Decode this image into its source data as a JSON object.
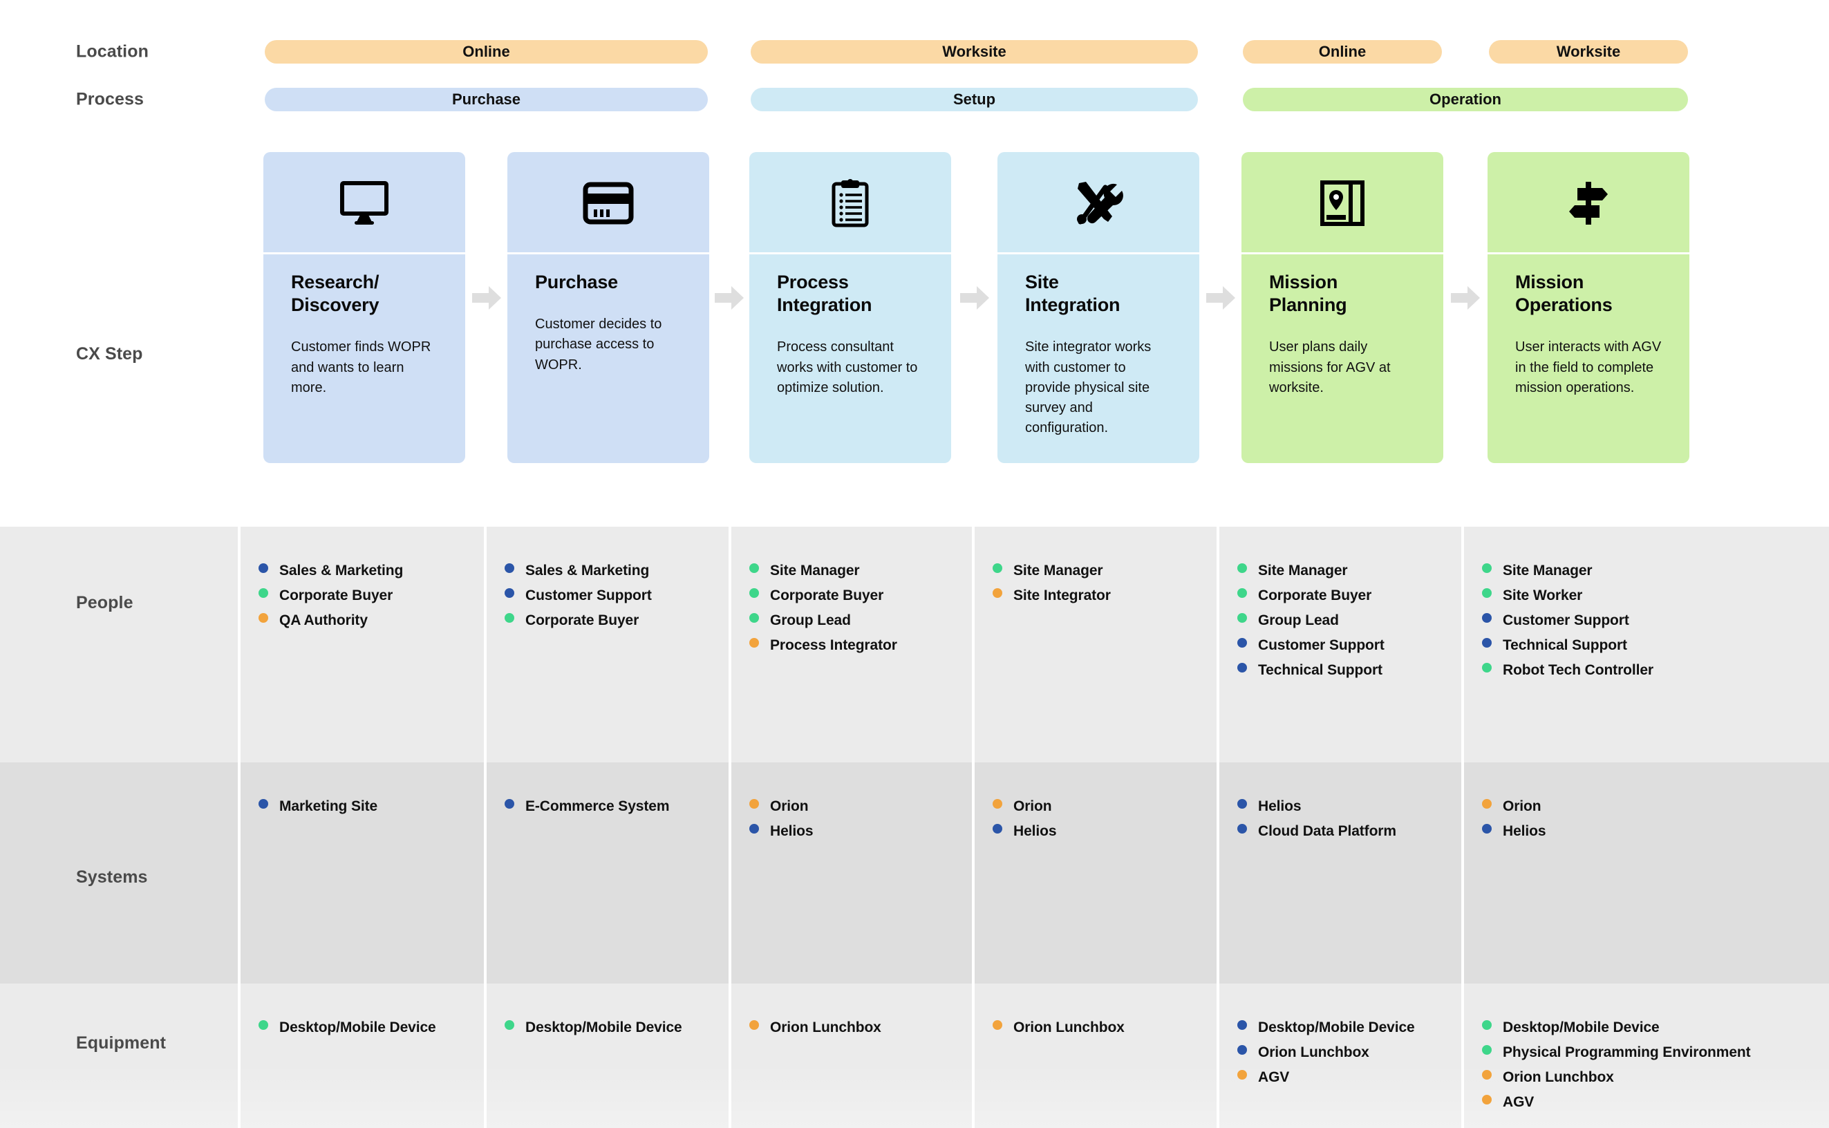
{
  "rows": {
    "location_label": "Location",
    "process_label": "Process",
    "cx_label": "CX Step",
    "people_label": "People",
    "systems_label": "Systems",
    "equipment_label": "Equipment"
  },
  "colors": {
    "orange": "#fbd9a5",
    "blue": "#cfdff5",
    "cyan": "#cfeaf5",
    "green": "#cdf0a8",
    "dot_blue": "#2b55a8",
    "dot_green": "#3ed68a",
    "dot_orange": "#f2a33c",
    "band_people": "#ebebeb",
    "band_systems": "#dedede",
    "band_equipment": "#ebebeb",
    "arrow": "#dedede"
  },
  "location_bands": [
    {
      "label": "Online",
      "color": "orange"
    },
    {
      "label": "Worksite",
      "color": "orange"
    },
    {
      "label": "Online",
      "color": "orange"
    },
    {
      "label": "Worksite",
      "color": "orange"
    }
  ],
  "process_bands": [
    {
      "label": "Purchase",
      "color": "blue"
    },
    {
      "label": "Setup",
      "color": "cyan"
    },
    {
      "label": "Operation",
      "color": "green"
    }
  ],
  "steps": [
    {
      "title": "Research/\nDiscovery",
      "description": "Customer finds WOPR and wants to learn more.",
      "icon": "monitor-icon",
      "color": "blue"
    },
    {
      "title": "Purchase",
      "description": "Customer decides to purchase access to WOPR.",
      "icon": "credit-card-icon",
      "color": "blue"
    },
    {
      "title": "Process\nIntegration",
      "description": "Process consultant works with customer to optimize solution.",
      "icon": "clipboard-icon",
      "color": "cyan"
    },
    {
      "title": "Site\nIntegration",
      "description": "Site integrator works with customer to provide physical site survey and configuration.",
      "icon": "tools-icon",
      "color": "cyan"
    },
    {
      "title": "Mission\nPlanning",
      "description": "User plans daily missions for AGV at worksite.",
      "icon": "map-book-icon",
      "color": "green"
    },
    {
      "title": "Mission\nOperations",
      "description": "User interacts with AGV in the field to complete mission operations.",
      "icon": "signpost-icon",
      "color": "green"
    }
  ],
  "people": [
    [
      {
        "label": "Sales & Marketing",
        "color": "dot_blue"
      },
      {
        "label": "Corporate Buyer",
        "color": "dot_green"
      },
      {
        "label": "QA Authority",
        "color": "dot_orange"
      }
    ],
    [
      {
        "label": "Sales & Marketing",
        "color": "dot_blue"
      },
      {
        "label": "Customer Support",
        "color": "dot_blue"
      },
      {
        "label": "Corporate Buyer",
        "color": "dot_green"
      }
    ],
    [
      {
        "label": "Site Manager",
        "color": "dot_green"
      },
      {
        "label": "Corporate Buyer",
        "color": "dot_green"
      },
      {
        "label": "Group Lead",
        "color": "dot_green"
      },
      {
        "label": "Process Integrator",
        "color": "dot_orange"
      }
    ],
    [
      {
        "label": "Site Manager",
        "color": "dot_green"
      },
      {
        "label": "Site Integrator",
        "color": "dot_orange"
      }
    ],
    [
      {
        "label": "Site Manager",
        "color": "dot_green"
      },
      {
        "label": "Corporate Buyer",
        "color": "dot_green"
      },
      {
        "label": "Group Lead",
        "color": "dot_green"
      },
      {
        "label": "Customer Support",
        "color": "dot_blue"
      },
      {
        "label": "Technical Support",
        "color": "dot_blue"
      }
    ],
    [
      {
        "label": "Site Manager",
        "color": "dot_green"
      },
      {
        "label": "Site Worker",
        "color": "dot_green"
      },
      {
        "label": "Customer Support",
        "color": "dot_blue"
      },
      {
        "label": "Technical Support",
        "color": "dot_blue"
      },
      {
        "label": "Robot Tech Controller",
        "color": "dot_green"
      }
    ]
  ],
  "systems": [
    [
      {
        "label": "Marketing Site",
        "color": "dot_blue"
      }
    ],
    [
      {
        "label": "E-Commerce System",
        "color": "dot_blue"
      }
    ],
    [
      {
        "label": "Orion",
        "color": "dot_orange"
      },
      {
        "label": "Helios",
        "color": "dot_blue"
      }
    ],
    [
      {
        "label": "Orion",
        "color": "dot_orange"
      },
      {
        "label": "Helios",
        "color": "dot_blue"
      }
    ],
    [
      {
        "label": "Helios",
        "color": "dot_blue"
      },
      {
        "label": "Cloud Data Platform",
        "color": "dot_blue"
      }
    ],
    [
      {
        "label": "Orion",
        "color": "dot_orange"
      },
      {
        "label": "Helios",
        "color": "dot_blue"
      }
    ]
  ],
  "equipment": [
    [
      {
        "label": "Desktop/Mobile Device",
        "color": "dot_green"
      }
    ],
    [
      {
        "label": "Desktop/Mobile Device",
        "color": "dot_green"
      }
    ],
    [
      {
        "label": "Orion Lunchbox",
        "color": "dot_orange"
      }
    ],
    [
      {
        "label": "Orion Lunchbox",
        "color": "dot_orange"
      }
    ],
    [
      {
        "label": "Desktop/Mobile Device",
        "color": "dot_blue"
      },
      {
        "label": "Orion Lunchbox",
        "color": "dot_blue"
      },
      {
        "label": "AGV",
        "color": "dot_orange"
      }
    ],
    [
      {
        "label": "Desktop/Mobile Device",
        "color": "dot_green"
      },
      {
        "label": "Physical Programming Environment",
        "color": "dot_green"
      },
      {
        "label": "Orion Lunchbox",
        "color": "dot_orange"
      },
      {
        "label": "AGV",
        "color": "dot_orange"
      }
    ]
  ]
}
